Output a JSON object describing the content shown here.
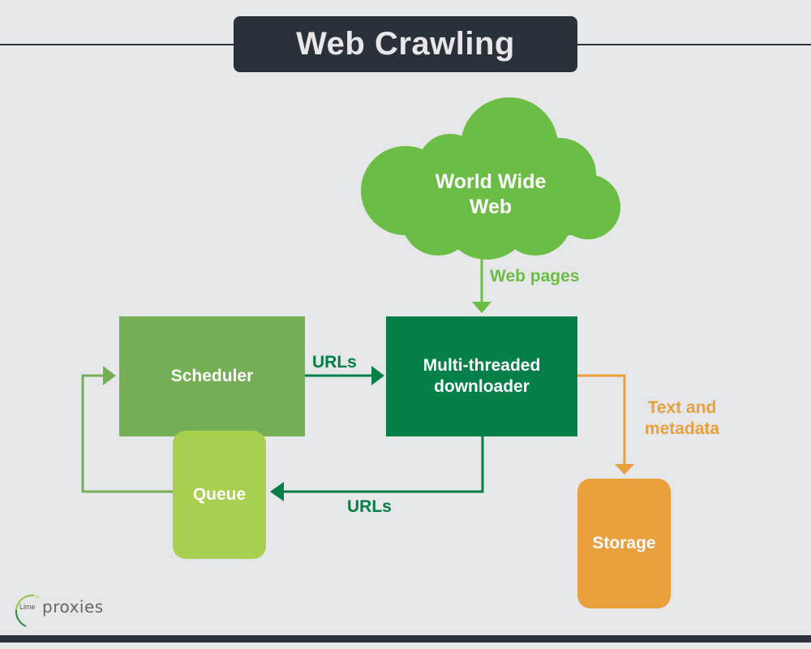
{
  "title": "Web Crawling",
  "nodes": {
    "www": "World Wide Web",
    "www_lines": [
      "World Wide",
      "Web"
    ],
    "scheduler": "Scheduler",
    "downloader_lines": [
      "Multi-threaded",
      "downloader"
    ],
    "queue": "Queue",
    "storage": "Storage"
  },
  "edges": {
    "web_pages": "Web pages",
    "urls_to_downloader": "URLs",
    "urls_to_queue": "URLs",
    "text_metadata_lines": [
      "Text and",
      "metadata"
    ]
  },
  "logo": {
    "small": "Lime",
    "large": "proxies"
  },
  "colors": {
    "background": "#e6e7e9",
    "dark": "#2a3139",
    "cloud": "#6cbd45",
    "scheduler": "#75af55",
    "downloader": "#037f48",
    "queue": "#a8cf4d",
    "storage": "#e9a03c"
  }
}
